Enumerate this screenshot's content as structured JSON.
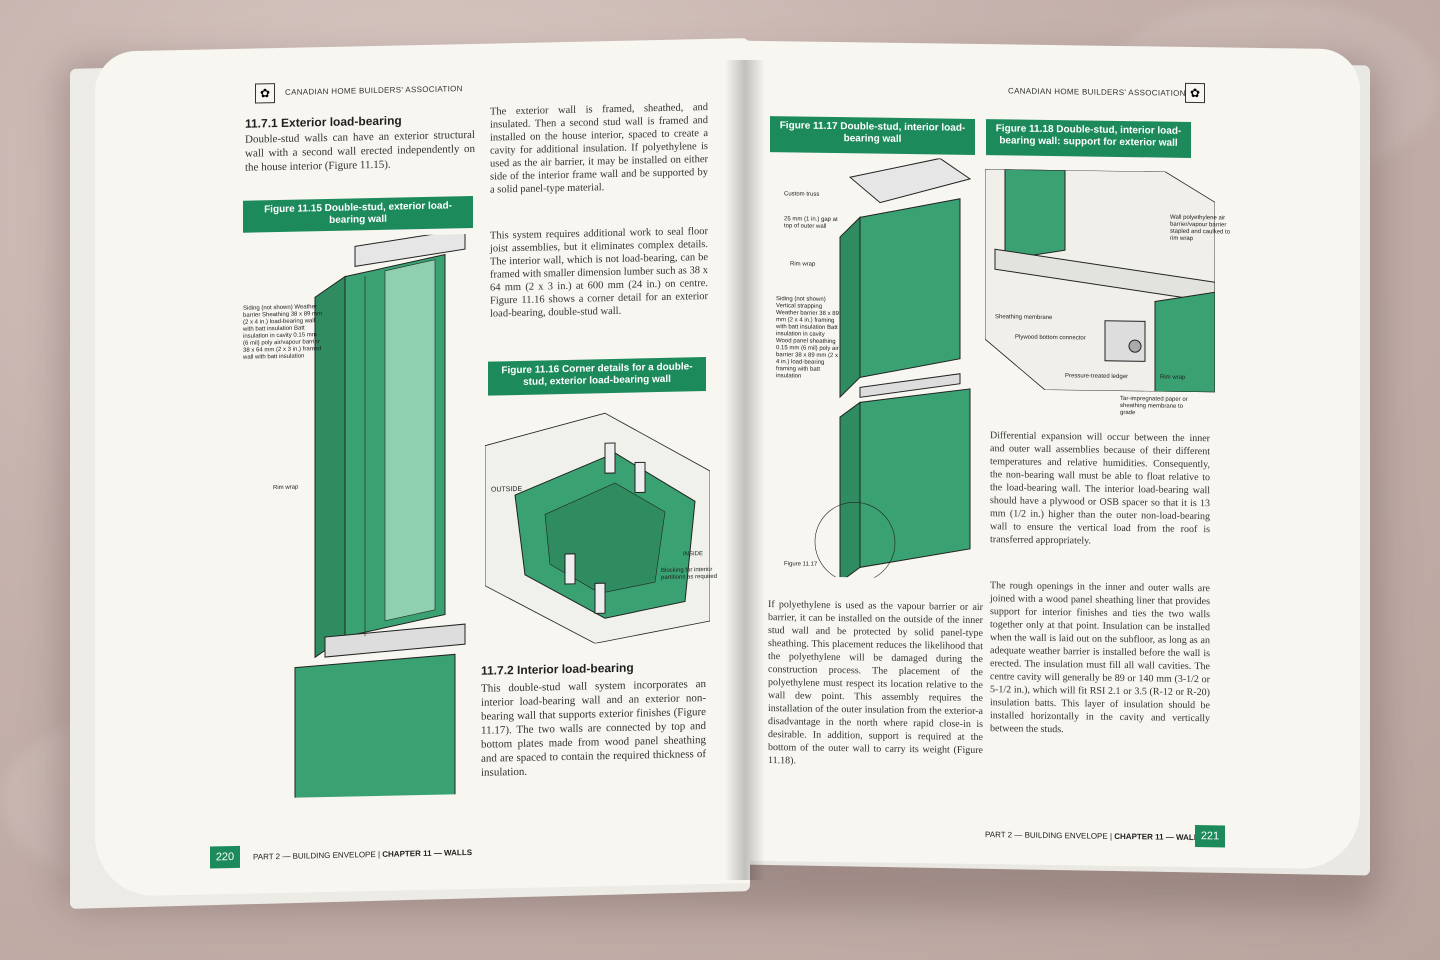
{
  "left_page": {
    "header": "CANADIAN HOME BUILDERS' ASSOCIATION",
    "section_1_heading": "11.7.1 Exterior load-bearing",
    "section_1_text": "Double-stud walls can have an exterior structural wall with a second wall erected independently on the house interior (Figure 11.15).",
    "column_2_p1": "The exterior wall is framed, sheathed, and insulated. Then a second stud wall is framed and installed on the house interior, spaced to create a cavity for additional insulation. If polyethylene is used as the air barrier, it may be installed on either side of the interior frame wall and be supported by a solid panel-type material.",
    "column_2_p2": "This system requires additional work to seal floor joist assemblies, but it eliminates complex details. The interior wall, which is not load-bearing, can be framed with smaller dimension lumber such as 38 x 64 mm (2 x 3 in.) at 600 mm (24 in.) on centre. Figure 11.16 shows a corner detail for an exterior load-bearing, double-stud wall.",
    "fig_11_15": "Figure 11.15 Double-stud, exterior load-bearing wall",
    "fig_11_15_callout": "Siding (not shown) Weather barrier Sheathing 38 x 89 mm (2 x 4 in.) load-bearing wall with batt insulation Batt insulation in cavity 0.15 mm (6 mil) poly air/vapour barrier 38 x 64 mm (2 x 3 in.) framed wall with batt insulation",
    "fig_11_15_rim": "Rim wrap",
    "fig_11_16": "Figure 11.16 Corner details for a double-stud, exterior load-bearing wall",
    "fig_11_16_outside": "OUTSIDE",
    "fig_11_16_inside": "INSIDE",
    "fig_11_16_blocking": "Blocking for interior partitions as required",
    "section_2_heading": "11.7.2 Interior load-bearing",
    "section_2_text": "This double-stud wall system incorporates an interior load-bearing wall and an exterior non-bearing wall that supports exterior finishes (Figure 11.17). The two walls are connected by top and bottom plates made from wood panel sheathing and are spaced to contain the required thickness of insulation.",
    "footer_num": "220",
    "footer_part": "PART 2 — BUILDING ENVELOPE",
    "footer_chapter": "CHAPTER 11 — WALLS"
  },
  "right_page": {
    "header": "CANADIAN HOME BUILDERS' ASSOCIATION",
    "fig_11_17": "Figure 11.17 Double-stud, interior load-bearing wall",
    "fig_11_17_callouts": [
      "Custom truss",
      "25 mm (1 in.) gap at top of outer wall",
      "Rim wrap",
      "Siding (not shown) Vertical strapping Weather barrier 38 x 89 mm (2 x 4 in.) framing with batt insulation Batt insulation in cavity Wood panel sheathing 0.15 mm (6 mil) poly air barrier 38 x 89 mm (2 x 4 in.) load-bearing framing with batt insulation"
    ],
    "fig_11_17_caption": "Figure 11.17",
    "fig_11_18": "Figure 11.18 Double-stud, interior load-bearing wall: support for exterior wall",
    "fig_11_18_callouts": [
      "Wall polyethylene air barrier/vapour barrier stapled and caulked to rim wrap",
      "Sheathing membrane",
      "Plywood bottom connector",
      "Pressure-treated ledger",
      "Rim wrap",
      "Tar-impregnated paper or sheathing membrane to grade"
    ],
    "col_1_text": "If polyethylene is used as the vapour barrier or air barrier, it can be installed on the outside of the inner stud wall and be protected by solid panel-type sheathing. This placement reduces the likelihood that the polyethylene will be damaged during the construction process. The placement of the polyethylene must respect its location relative to the wall dew point. This assembly requires the installation of the outer insulation from the exterior-a disadvantage in the north where rapid close-in is desirable. In addition, support is required at the bottom of the outer wall to carry its weight (Figure 11.18).",
    "col_2_p1": "Differential expansion will occur between the inner and outer wall assemblies because of their different temperatures and relative humidities. Consequently, the non-bearing wall must be able to float relative to the load-bearing wall. The interior load-bearing wall should have a plywood or OSB spacer so that it is 13 mm (1/2 in.) higher than the outer non-load-bearing wall to ensure the vertical load from the roof is transferred appropriately.",
    "col_2_p2": "The rough openings in the inner and outer walls are joined with a wood panel sheathing liner that provides support for interior finishes and ties the two walls together only at that point. Insulation can be installed when the wall is laid out on the subfloor, as long as an adequate weather barrier is installed before the wall is erected. The insulation must fill all wall cavities. The centre cavity will generally be 89 or 140 mm (3-1/2 or 5-1/2 in.), which will fit RSI 2.1 or 3.5 (R-12 or R-20) insulation batts. This layer of insulation should be installed horizontally in the cavity and vertically between the studs.",
    "footer_num": "221",
    "footer_part": "PART 2 — BUILDING ENVELOPE",
    "footer_chapter": "CHAPTER 11 — WALLS"
  },
  "colors": {
    "accent": "#1d8a5c",
    "insulation": "#3aa172",
    "page": "#f7f6f1"
  }
}
